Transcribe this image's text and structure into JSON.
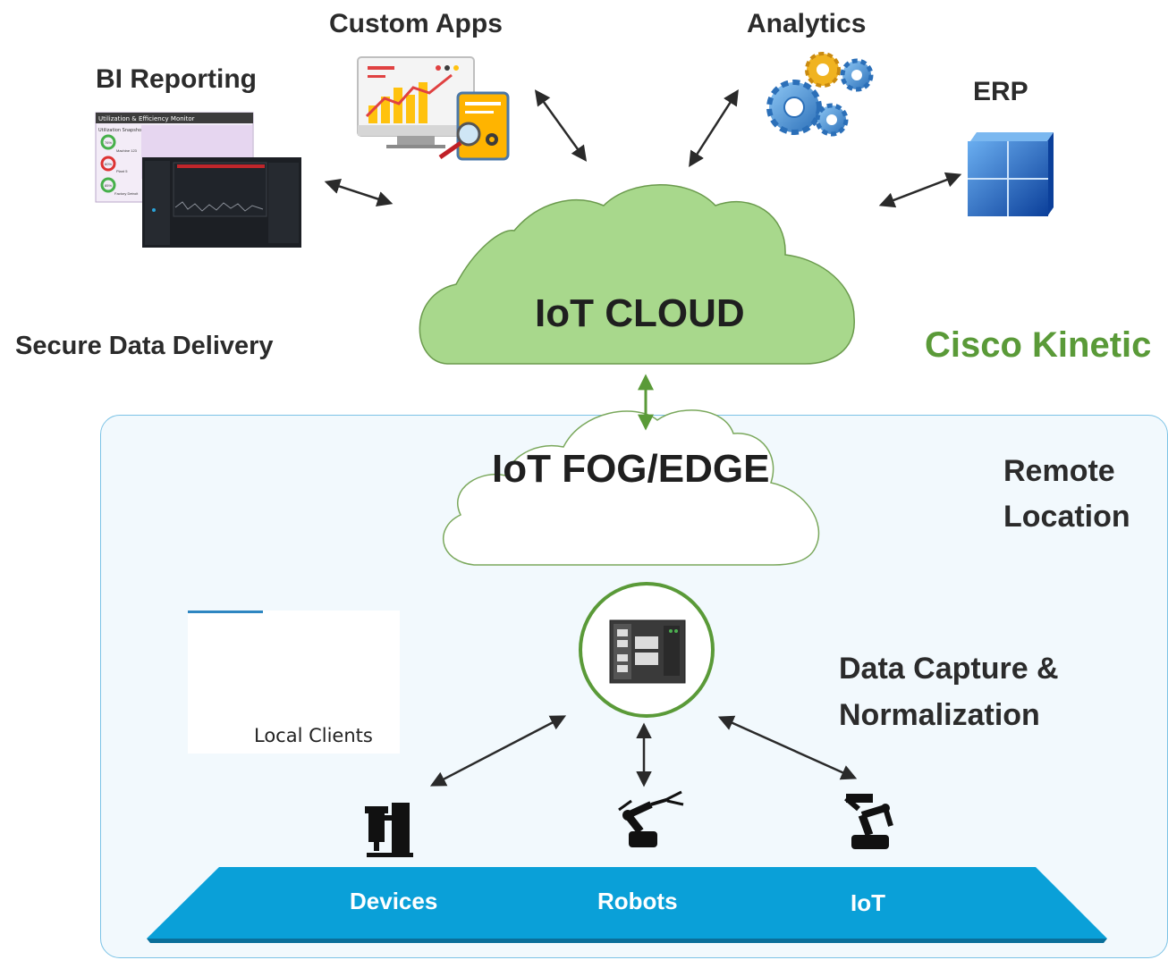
{
  "labels": {
    "custom_apps": "Custom Apps",
    "analytics": "Analytics",
    "bi_reporting": "BI Reporting",
    "erp": "ERP",
    "iot_cloud": "IoT CLOUD",
    "secure_data_delivery": "Secure Data Delivery",
    "cisco_kinetic": "Cisco Kinetic",
    "iot_fog_edge": "IoT FOG/EDGE",
    "remote": "Remote",
    "location": "Location",
    "local_clients": "Local Clients",
    "data_capture_line1": "Data Capture &",
    "data_capture_line2": "Normalization",
    "devices": "Devices",
    "robots": "Robots",
    "iot": "IoT"
  },
  "bi_screenshot": {
    "title": "Utilization & Efficiency Monitor",
    "snapshot": "Utilization Snapshot",
    "gauges": [
      "76%",
      "60%",
      "85%"
    ],
    "gauge_labels": [
      "Machine 123",
      "Plant 5",
      "Factory Detroit"
    ]
  },
  "colors": {
    "cloud_fill": "#a8d88c",
    "cloud_stroke": "#6a9a4c",
    "accent_green": "#5a9a38",
    "platform_blue": "#0aa0d8",
    "panel_border": "#7cc3e6",
    "text_dark": "#2b2b2b"
  },
  "icons": [
    "bi-dashboard-icon",
    "custom-apps-icon",
    "gears-icon",
    "erp-cube-icon",
    "network-switch-icon",
    "smartphone-icon",
    "wifi-icon",
    "cnc-device-icon",
    "robot-arm-icon",
    "industrial-robot-icon"
  ]
}
